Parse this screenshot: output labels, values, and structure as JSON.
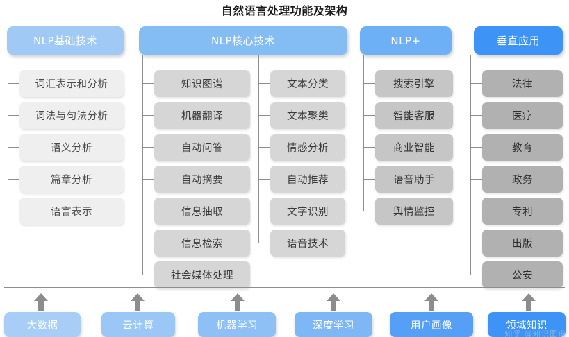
{
  "title": "自然语言处理功能及架构",
  "colors": {
    "header_1": "#a0caf5",
    "header_2": "#84bcf4",
    "header_3": "#6eb0f6",
    "header_4": "#3d94f6",
    "leaf_1": "#efefef",
    "leaf_2": "#d6d6d6",
    "leaf_3": "#c6c6c6",
    "leaf_4": "#b1b1b1",
    "connector": "#8e8e8e",
    "arrow": "#8c8c8c",
    "title_text": "#1a1a1a"
  },
  "columns": [
    {
      "id": "nlp-basic",
      "header": "NLP基础技术",
      "items": [
        "词汇表示和分析",
        "词法与句法分析",
        "语义分析",
        "篇章分析",
        "语言表示"
      ]
    },
    {
      "id": "nlp-core",
      "header": "NLP核心技术",
      "items_left": [
        "知识图谱",
        "机器翻译",
        "自动问答",
        "自动摘要",
        "信息抽取",
        "信息检索",
        "社会媒体处理"
      ],
      "items_right": [
        "文本分类",
        "文本聚类",
        "情感分析",
        "自动推荐",
        "文字识别",
        "语音技术"
      ]
    },
    {
      "id": "nlp-plus",
      "header": "NLP+",
      "items": [
        "搜索引擎",
        "智能客服",
        "商业智能",
        "语音助手",
        "舆情监控"
      ]
    },
    {
      "id": "vertical-apps",
      "header": "垂直应用",
      "items": [
        "法律",
        "医疗",
        "教育",
        "政务",
        "专利",
        "出版",
        "公安"
      ]
    }
  ],
  "foundations": [
    "大数据",
    "云计算",
    "机器学习",
    "深度学习",
    "用户画像",
    "领域知识"
  ],
  "foundation_colors": [
    "#a8cef7",
    "#9bc7f6",
    "#8ec0f6",
    "#7db7f6",
    "#559ff6",
    "#3d94f6"
  ],
  "watermark": "知乎 @知识图谱"
}
